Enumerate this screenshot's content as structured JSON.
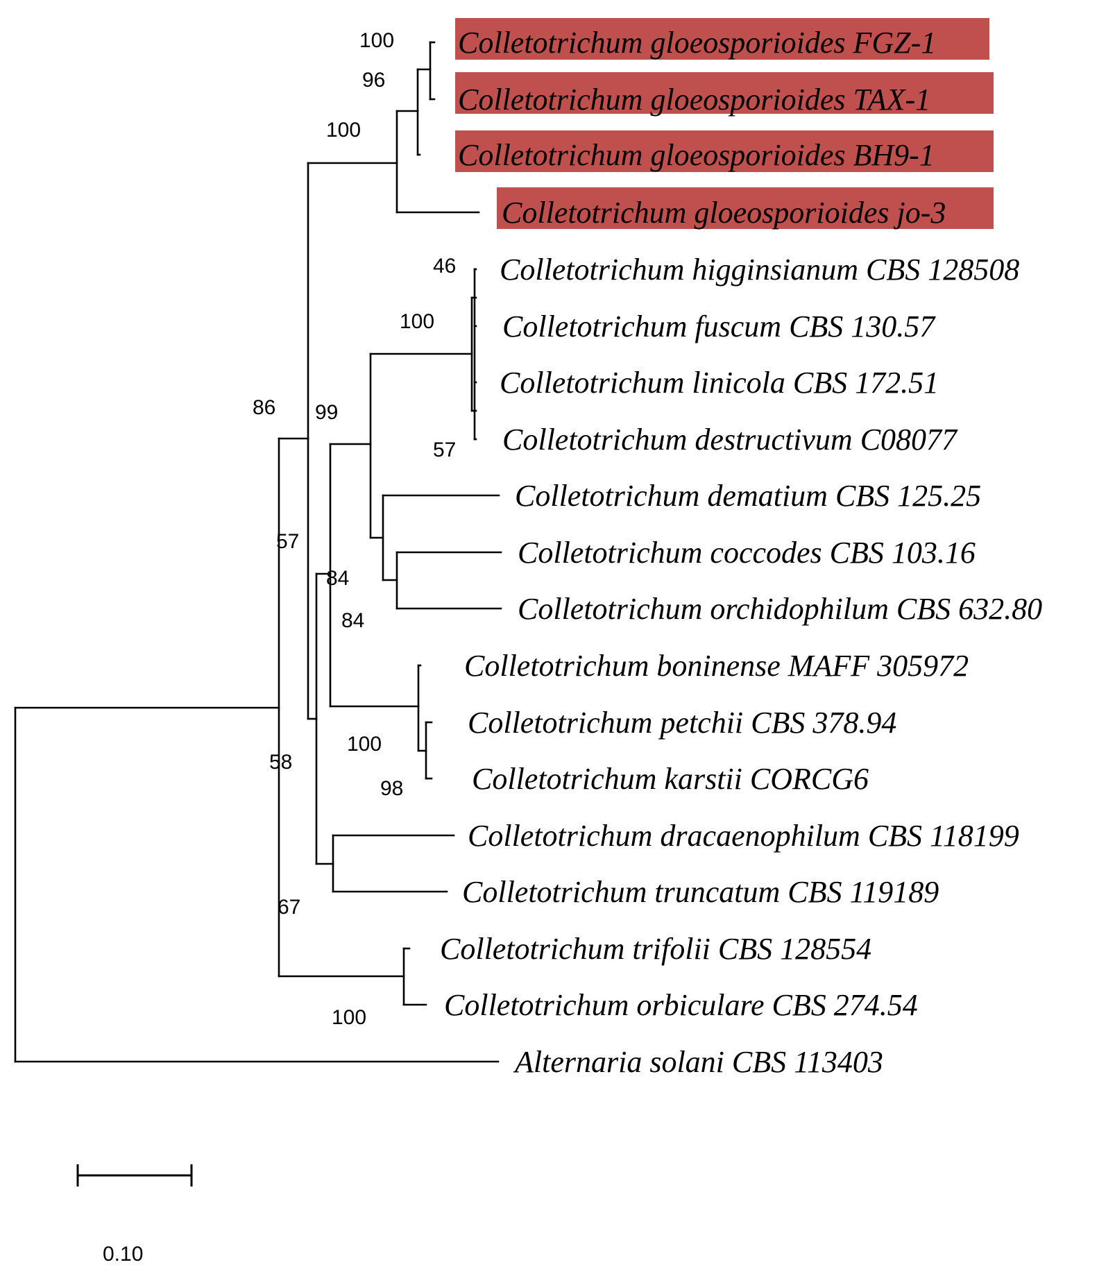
{
  "tree": {
    "highlight_color": "#c0504d",
    "taxa": [
      {
        "name": "Colletotrichum gloeosporioides FGZ-1",
        "highlight": true
      },
      {
        "name": "Colletotrichum gloeosporioides TAX-1",
        "highlight": true
      },
      {
        "name": "Colletotrichum gloeosporioides BH9-1",
        "highlight": true
      },
      {
        "name": "Colletotrichum gloeosporioides jo-3",
        "highlight": true
      },
      {
        "name": "Colletotrichum higginsianum CBS 128508",
        "highlight": false
      },
      {
        "name": "Colletotrichum fuscum CBS 130.57",
        "highlight": false
      },
      {
        "name": "Colletotrichum linicola CBS 172.51",
        "highlight": false
      },
      {
        "name": "Colletotrichum destructivum C08077",
        "highlight": false
      },
      {
        "name": "Colletotrichum dematium CBS 125.25",
        "highlight": false
      },
      {
        "name": "Colletotrichum coccodes CBS 103.16",
        "highlight": false
      },
      {
        "name": "Colletotrichum orchidophilum CBS 632.80",
        "highlight": false
      },
      {
        "name": "Colletotrichum boninense MAFF 305972",
        "highlight": false
      },
      {
        "name": "Colletotrichum petchii CBS 378.94",
        "highlight": false
      },
      {
        "name": "Colletotrichum karstii CORCG6",
        "highlight": false
      },
      {
        "name": "Colletotrichum dracaenophilum CBS 118199",
        "highlight": false
      },
      {
        "name": "Colletotrichum truncatum CBS 119189",
        "highlight": false
      },
      {
        "name": "Colletotrichum trifolii CBS 128554",
        "highlight": false
      },
      {
        "name": "Colletotrichum orbiculare CBS 274.54",
        "highlight": false
      },
      {
        "name": "Alternaria solani CBS 113403",
        "highlight": false
      }
    ],
    "bootstrap": [
      "100",
      "96",
      "100",
      "46",
      "100",
      "57",
      "86",
      "99",
      "57",
      "84",
      "84",
      "100",
      "98",
      "58",
      "67",
      "100"
    ]
  },
  "scale": {
    "label": "0.10"
  }
}
